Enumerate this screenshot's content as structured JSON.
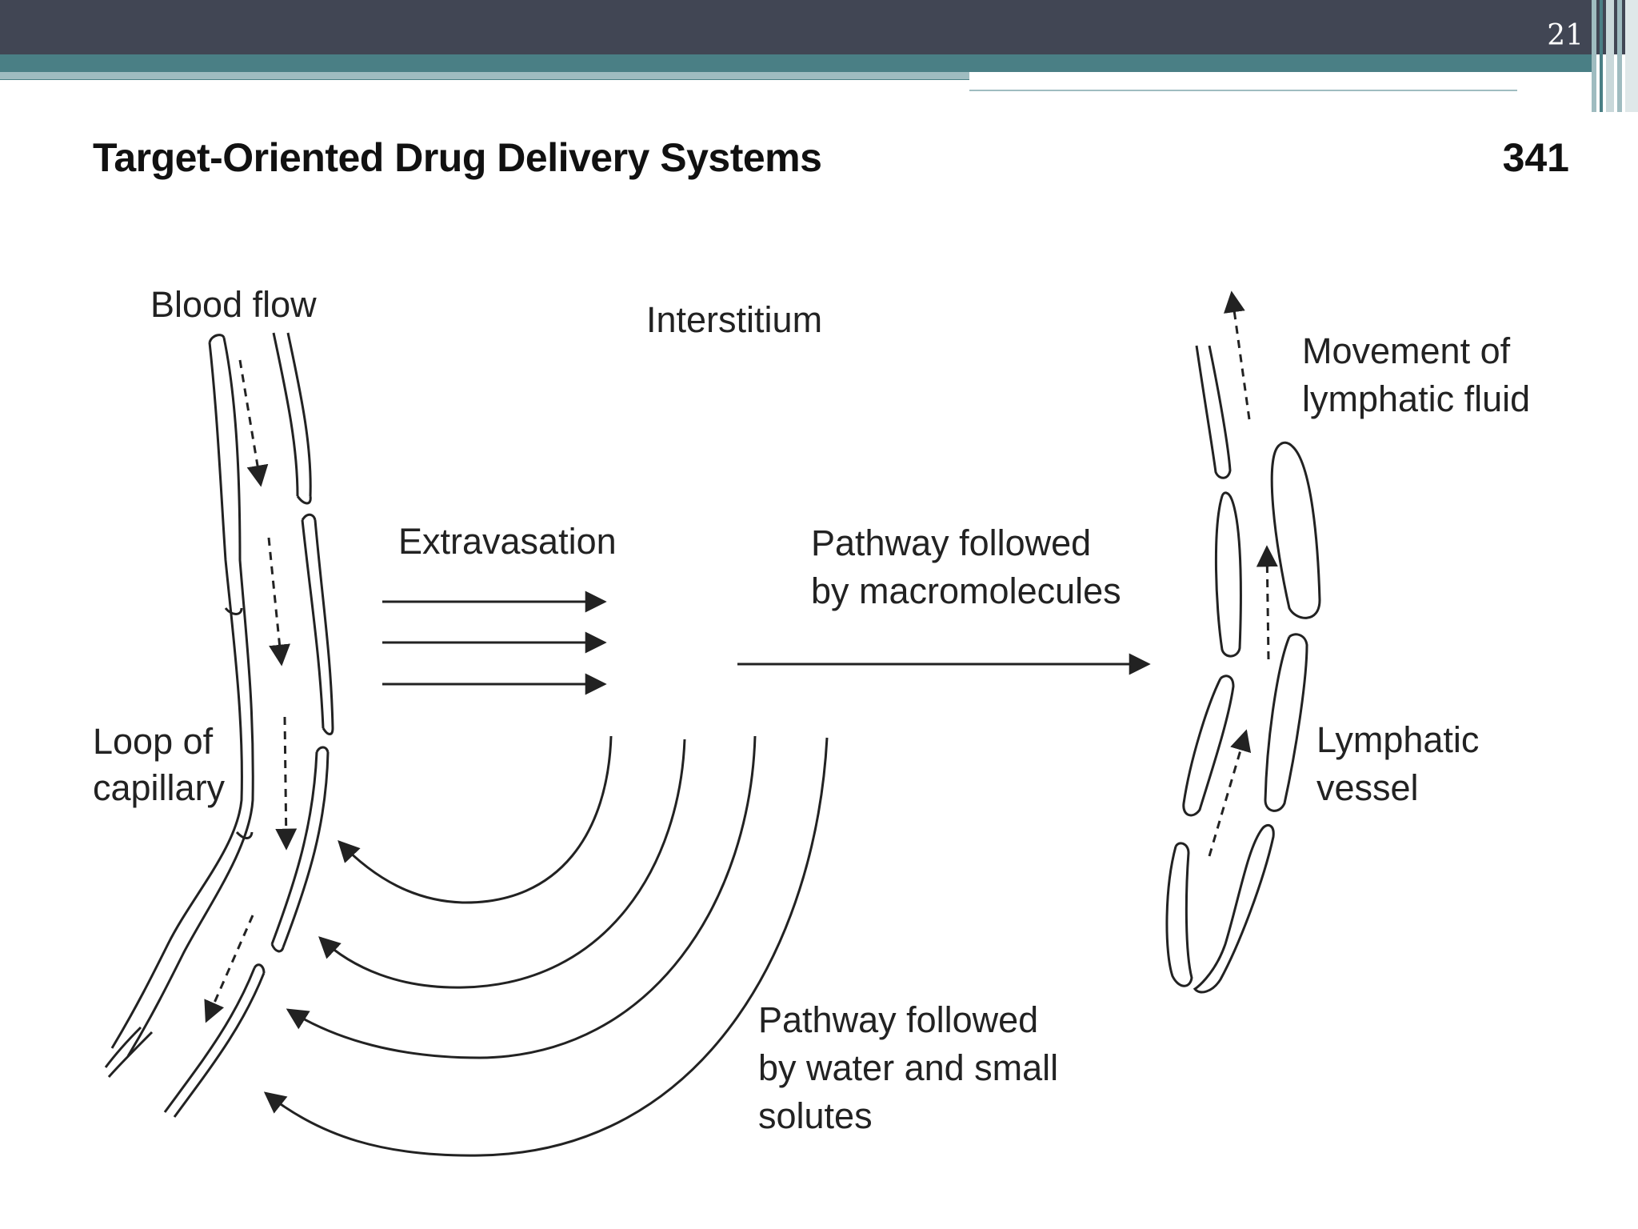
{
  "slide": {
    "number": "21",
    "accent_colors": {
      "header": "#414654",
      "teal": "#4a7f85",
      "teal_light": "#9fbcc0"
    }
  },
  "heading": {
    "title": "Target-Oriented Drug Delivery Systems",
    "page": "341"
  },
  "diagram": {
    "labels": {
      "blood_flow": "Blood flow",
      "interstitium": "Interstitium",
      "extravasation": "Extravasation",
      "loop_of_capillary": [
        "Loop of",
        "capillary"
      ],
      "pathway_macromolecules": [
        "Pathway followed",
        "by macromolecules"
      ],
      "movement_lymphatic": [
        "Movement of",
        "lymphatic fluid"
      ],
      "lymphatic_vessel": [
        "Lymphatic",
        "vessel"
      ],
      "pathway_water": [
        "Pathway followed",
        "by water and small",
        "solutes"
      ]
    }
  }
}
